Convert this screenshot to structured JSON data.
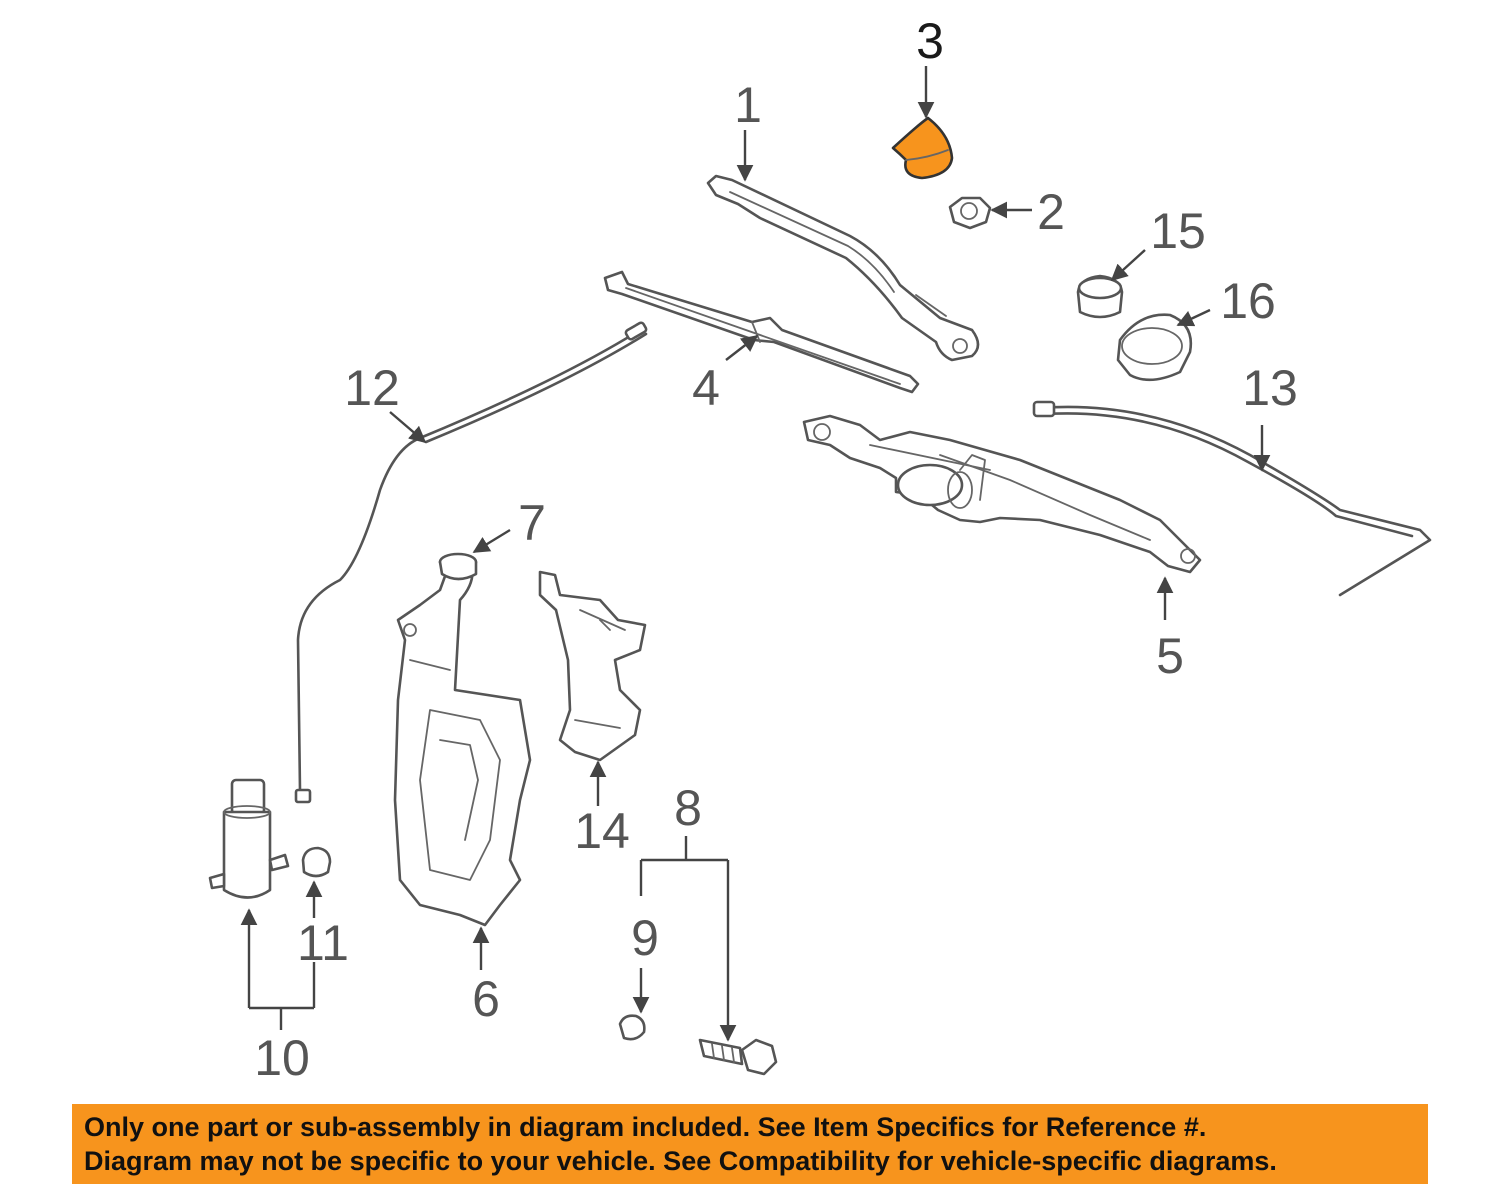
{
  "colors": {
    "highlight": "#f7941d",
    "line": "#555555",
    "background": "#ffffff"
  },
  "callouts": {
    "c1": "1",
    "c2": "2",
    "c3": "3",
    "c4": "4",
    "c5": "5",
    "c6": "6",
    "c7": "7",
    "c8": "8",
    "c9": "9",
    "c10": "10",
    "c11": "11",
    "c12": "12",
    "c13": "13",
    "c14": "14",
    "c15": "15",
    "c16": "16"
  },
  "highlighted_part": "3",
  "notice": {
    "line1": "Only one part or sub-assembly in diagram included. See Item Specifics for Reference #.",
    "line2": "Diagram may not be specific to your vehicle. See Compatibility for vehicle-specific diagrams."
  }
}
